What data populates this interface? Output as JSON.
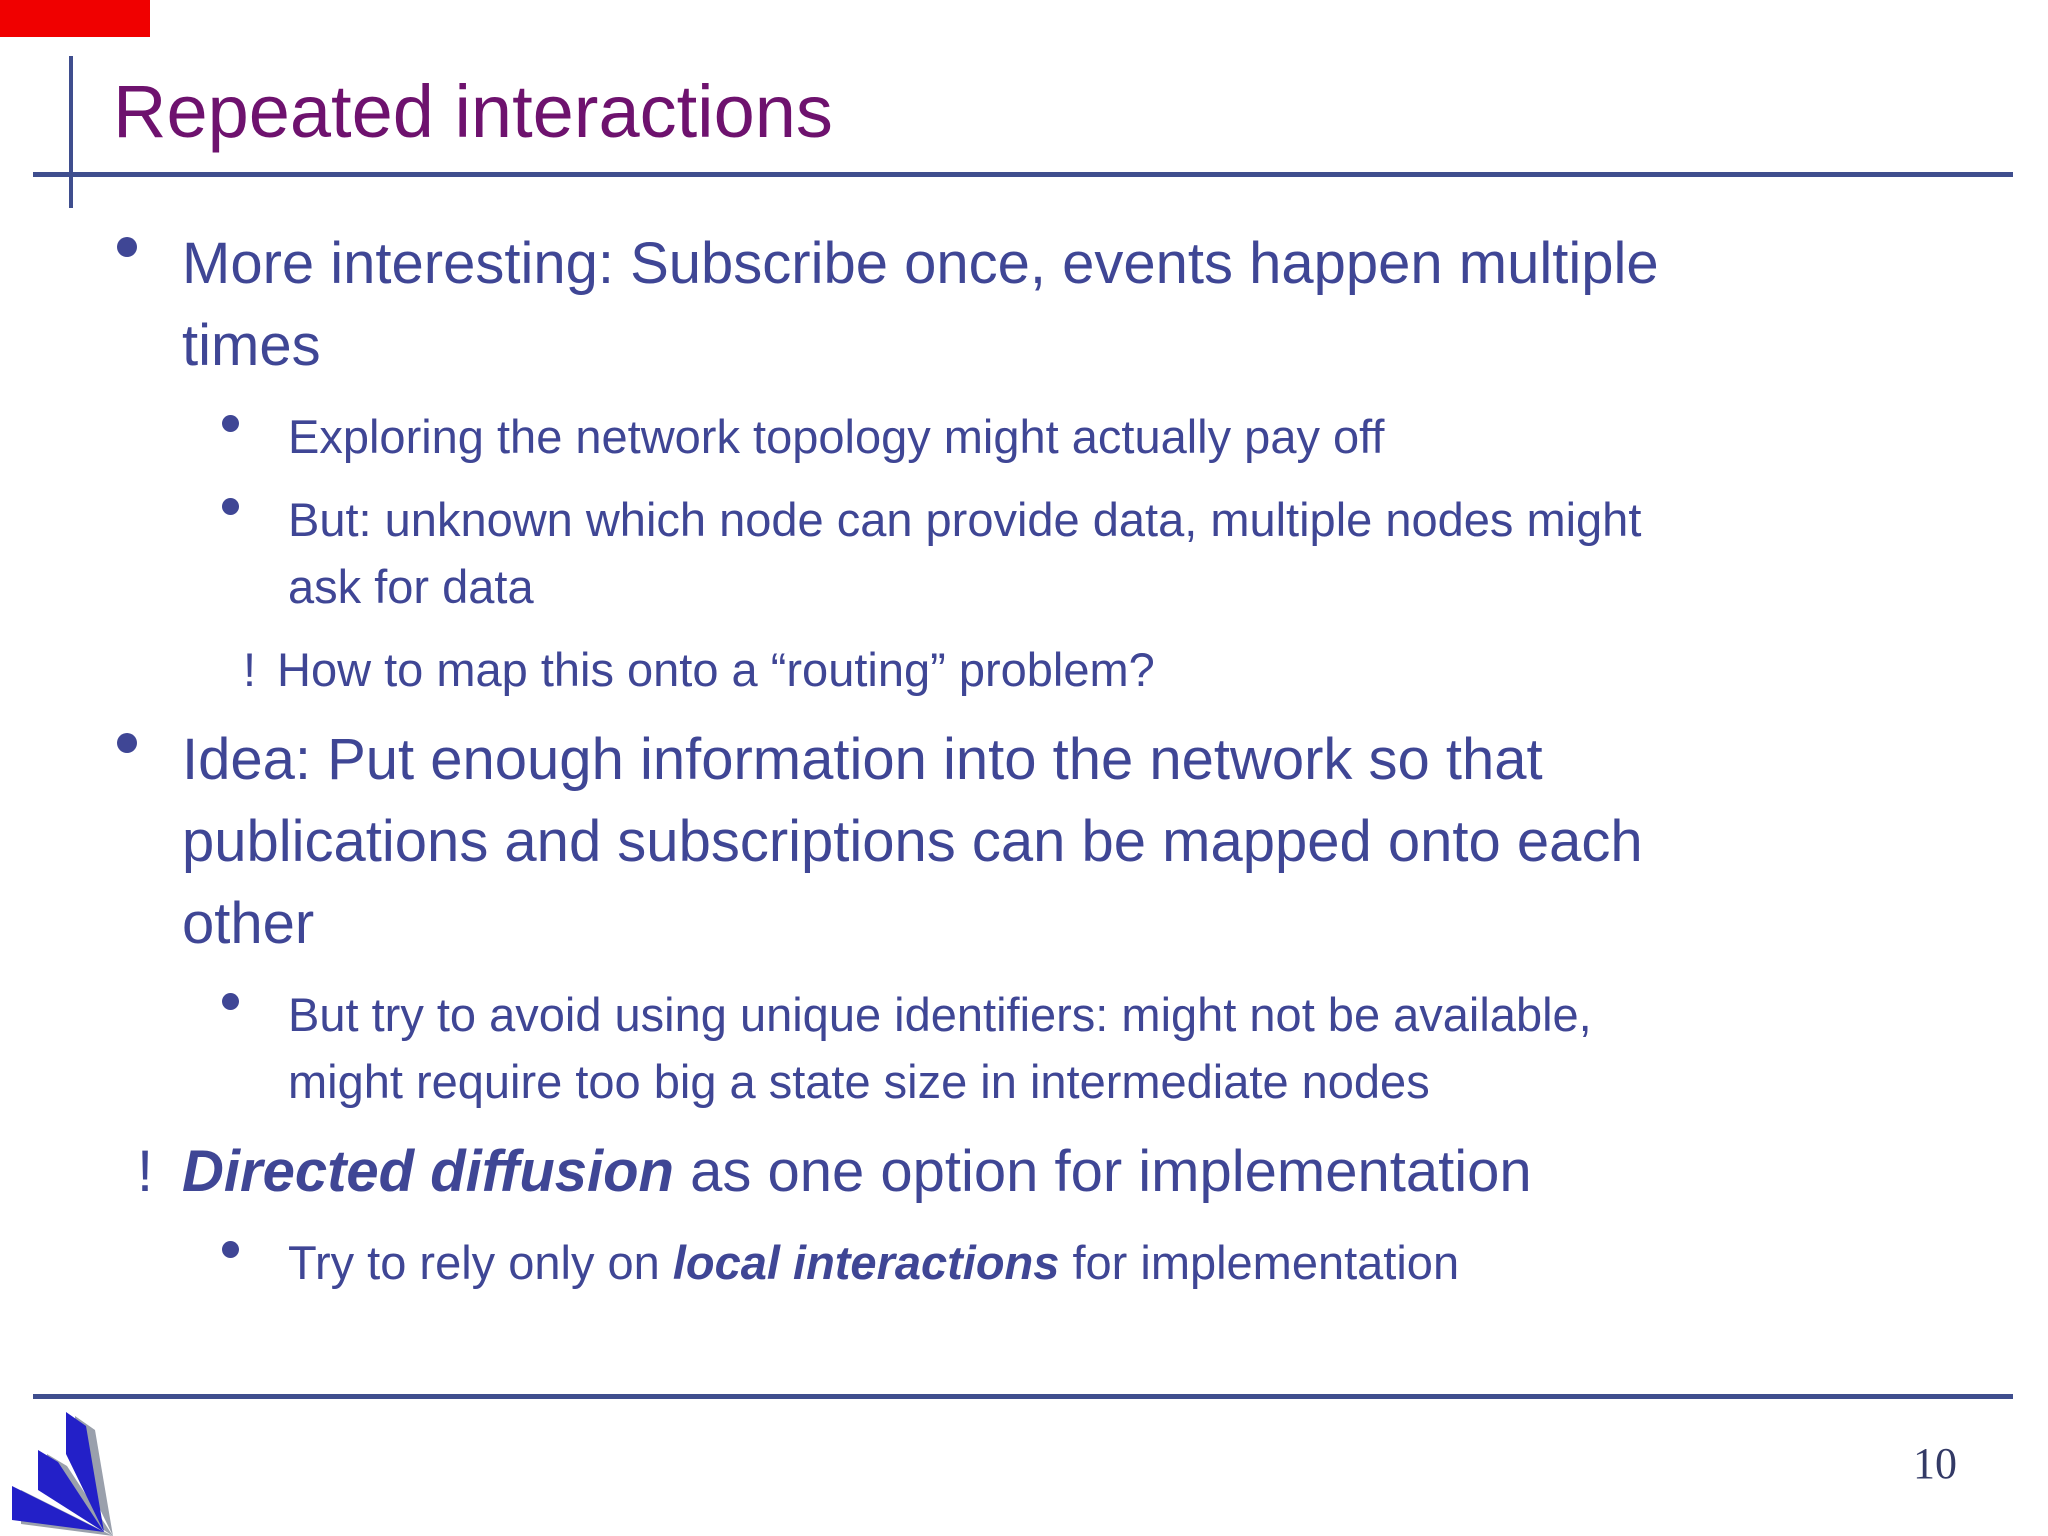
{
  "slide": {
    "title": "Repeated interactions",
    "page_number": "10",
    "footer_logo": "university-of-paderborn-logo",
    "colors": {
      "title": "#6e126e",
      "body_text": "#3f4695",
      "rule_lines": "#3f4e8e",
      "logo_blue": "#2320c8",
      "logo_shadow": "#9aa0ac",
      "corner_flag_red": "#f00000"
    },
    "bullets": [
      {
        "type": "l1",
        "marker": "dot",
        "lines": [
          [
            {
              "text": "More interesting: Subscribe once, events happen multiple"
            }
          ],
          [
            {
              "text": "times"
            }
          ]
        ]
      },
      {
        "type": "l2",
        "marker": "dot",
        "lines": [
          [
            {
              "text": "Exploring the network topology might actually pay off"
            }
          ]
        ]
      },
      {
        "type": "l2",
        "marker": "dot",
        "lines": [
          [
            {
              "text": "But: unknown which node can provide data, multiple nodes might"
            }
          ],
          [
            {
              "text": "ask for data"
            }
          ]
        ]
      },
      {
        "type": "ex2",
        "marker": "!",
        "lines": [
          [
            {
              "text": "How to map this onto a “routing” problem?"
            }
          ]
        ]
      },
      {
        "type": "l1",
        "marker": "dot",
        "lines": [
          [
            {
              "text": "Idea: Put enough information into the network so that"
            }
          ],
          [
            {
              "text": "publications and subscriptions can be mapped onto each"
            }
          ],
          [
            {
              "text": "other"
            }
          ]
        ]
      },
      {
        "type": "l2",
        "marker": "dot",
        "lines": [
          [
            {
              "text": "But try to avoid using unique identifiers: might not be available,"
            }
          ],
          [
            {
              "text": "might require too big a state size in intermediate nodes"
            }
          ]
        ]
      },
      {
        "type": "ex1",
        "marker": "!",
        "lines": [
          [
            {
              "text": "Directed diffusion",
              "emphasis": true
            },
            {
              "text": " as one option for implementation"
            }
          ]
        ]
      },
      {
        "type": "l2",
        "marker": "dot",
        "lines": [
          [
            {
              "text": "Try to rely only on "
            },
            {
              "text": "local interactions",
              "emphasis": true
            },
            {
              "text": " for implementation"
            }
          ]
        ]
      }
    ]
  }
}
